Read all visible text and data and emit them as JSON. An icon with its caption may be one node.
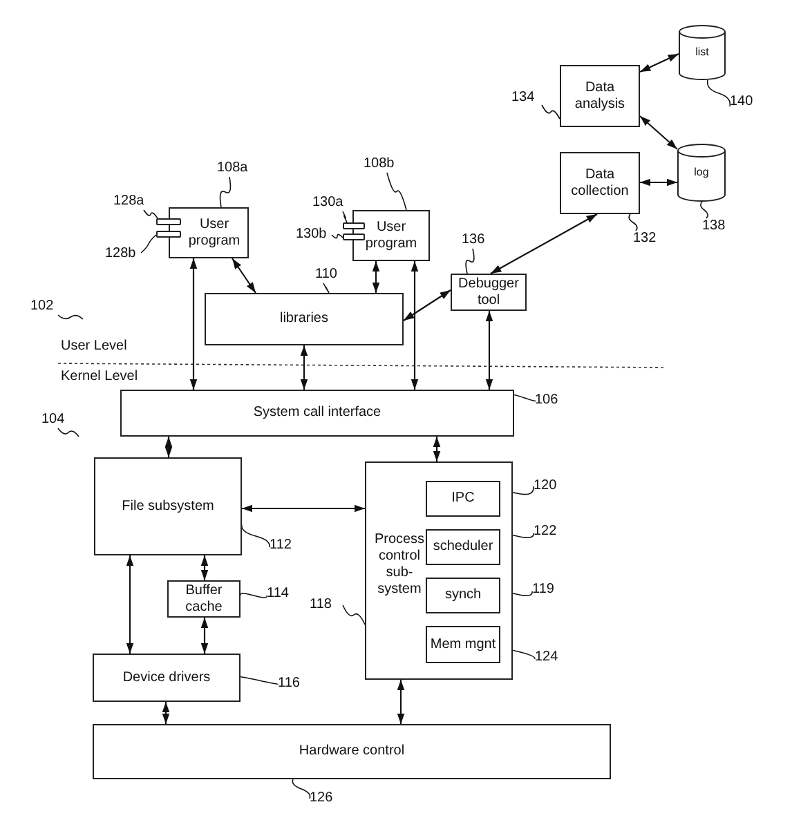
{
  "diagram": {
    "nodes": [
      {
        "text": [
          "list"
        ]
      },
      {
        "text": [
          "Data analysis"
        ]
      },
      {
        "text": [
          "log"
        ]
      },
      {
        "text": [
          "Data collection"
        ]
      },
      {
        "text": [
          "User program"
        ]
      },
      {
        "text": [],
        "shape": "bar"
      },
      {
        "text": [],
        "shape": "bar"
      },
      {
        "text": [
          "User program"
        ]
      },
      {
        "text": [],
        "shape": "bar"
      },
      {
        "text": [],
        "shape": "bar"
      },
      {
        "text": [
          "Debugger tool"
        ]
      },
      {
        "text": [
          "libraries"
        ]
      },
      {
        "text": [
          "System call interface"
        ]
      },
      {
        "text": [
          "File subsystem"
        ]
      },
      {
        "text": [
          "Process control sub-system"
        ]
      },
      {
        "text": [
          "IPC"
        ],
        "in": 14
      },
      {
        "text": [
          "scheduler"
        ],
        "in": 14
      },
      {
        "text": [
          "synch"
        ],
        "in": 14
      },
      {
        "text": [
          "Mem mgnt"
        ],
        "in": 14
      },
      {
        "text": [
          "Buffer cache"
        ]
      },
      {
        "text": [
          "Device drivers"
        ]
      },
      {
        "text": [
          "Hardware control"
        ]
      },
      {
        "text": [
          "140"
        ]
      },
      {
        "text": [
          "134"
        ]
      },
      {
        "text": [
          "138"
        ]
      },
      {
        "text": [
          "132"
        ]
      },
      {
        "text": [
          "108a"
        ]
      },
      {
        "text": [
          "128a"
        ]
      },
      {
        "text": [
          "128b"
        ]
      },
      {
        "text": [
          "130a"
        ]
      },
      {
        "text": [
          "130b"
        ]
      },
      {
        "text": [
          "108b"
        ]
      },
      {
        "text": [
          "136"
        ]
      },
      {
        "text": [
          "110"
        ]
      },
      {
        "text": [
          "102"
        ]
      },
      {
        "text": [
          "106"
        ]
      },
      {
        "text": [
          "104"
        ]
      },
      {
        "text": [
          "120"
        ]
      },
      {
        "text": [
          "122"
        ]
      },
      {
        "text": [
          "119"
        ]
      },
      {
        "text": [
          "124"
        ]
      },
      {
        "text": [
          "112"
        ]
      },
      {
        "text": [
          "114"
        ]
      },
      {
        "text": [
          "116"
        ]
      },
      {
        "text": [
          "118"
        ]
      },
      {
        "text": [
          "126"
        ]
      }
    ],
    "edges": [
      {
        "from": 1,
        "to": 0,
        "arrow": "both"
      },
      {
        "from": 1,
        "to": 2,
        "arrow": "both"
      },
      {
        "from": 3,
        "to": 2,
        "arrow": "both"
      },
      {
        "from": 10,
        "to": 3,
        "arrow": "both"
      },
      {
        "from": 11,
        "to": 10,
        "arrow": "both"
      },
      {
        "from": 4,
        "to": 11,
        "arrow": "both"
      },
      {
        "from": 4,
        "to": 12,
        "arrow": "both"
      },
      {
        "from": 7,
        "to": 11,
        "arrow": "both"
      },
      {
        "from": 7,
        "to": 12,
        "arrow": "both"
      },
      {
        "from": 11,
        "to": 12,
        "arrow": "both"
      },
      {
        "from": 10,
        "to": 12,
        "arrow": "both"
      },
      {
        "from": 12,
        "to": 13,
        "arrow": "both"
      },
      {
        "from": 12,
        "to": 14,
        "arrow": "both"
      },
      {
        "from": 13,
        "to": 14,
        "arrow": "both"
      },
      {
        "from": 13,
        "to": 20,
        "arrow": "both"
      },
      {
        "from": 13,
        "to": 19,
        "arrow": "both"
      },
      {
        "from": 19,
        "to": 20,
        "arrow": "both"
      },
      {
        "from": 20,
        "to": 21,
        "arrow": "both"
      },
      {
        "from": 14,
        "to": 21,
        "arrow": "both"
      },
      {
        "from": 22,
        "to": 0,
        "arrow": "none"
      },
      {
        "from": 23,
        "to": 1,
        "arrow": "none"
      },
      {
        "from": 24,
        "to": 2,
        "arrow": "none"
      },
      {
        "from": 25,
        "to": 3,
        "arrow": "none"
      },
      {
        "from": 26,
        "to": 4,
        "arrow": "none"
      },
      {
        "from": 27,
        "to": 5,
        "arrow": "none"
      },
      {
        "from": 28,
        "to": 6,
        "arrow": "none"
      },
      {
        "from": 29,
        "to": 8,
        "arrow": "none"
      },
      {
        "from": 30,
        "to": 9,
        "arrow": "none"
      },
      {
        "from": 31,
        "to": 7,
        "arrow": "none"
      },
      {
        "from": 32,
        "to": 10,
        "arrow": "none"
      },
      {
        "from": 33,
        "to": 11,
        "arrow": "none"
      },
      {
        "from": 34,
        "to": null,
        "arrow": "none"
      },
      {
        "from": 35,
        "to": 12,
        "arrow": "none"
      },
      {
        "from": 36,
        "to": null,
        "arrow": "none"
      },
      {
        "from": 37,
        "to": 15,
        "arrow": "none"
      },
      {
        "from": 38,
        "to": 16,
        "arrow": "none"
      },
      {
        "from": 39,
        "to": 17,
        "arrow": "none"
      },
      {
        "from": 40,
        "to": 18,
        "arrow": "none"
      },
      {
        "from": 41,
        "to": 13,
        "arrow": "none"
      },
      {
        "from": 42,
        "to": 19,
        "arrow": "none"
      },
      {
        "from": 43,
        "to": 20,
        "arrow": "none"
      },
      {
        "from": 44,
        "to": 14,
        "arrow": "none"
      },
      {
        "from": 45,
        "to": 21,
        "arrow": "none"
      }
    ],
    "labels": [
      "User Level",
      "Kernel Level"
    ]
  }
}
